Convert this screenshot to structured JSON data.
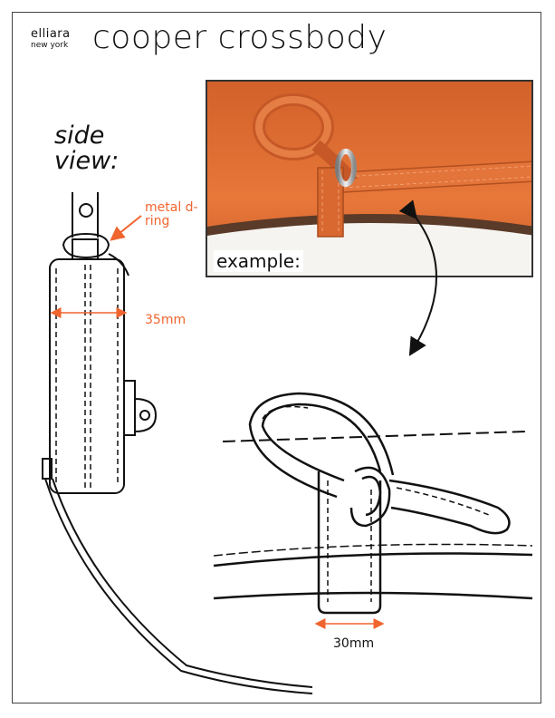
{
  "brand": {
    "name": "elliara",
    "location": "new york"
  },
  "title": "cooper crossbody",
  "side_view": {
    "line1": "side",
    "line2": "view:"
  },
  "labels": {
    "metal_ring": "metal d-ring",
    "width_side": "35mm",
    "width_tab": "30mm",
    "example": "example:"
  },
  "colors": {
    "accent": "#f0642e",
    "leather": "#e06d2c",
    "ink": "#111111"
  }
}
